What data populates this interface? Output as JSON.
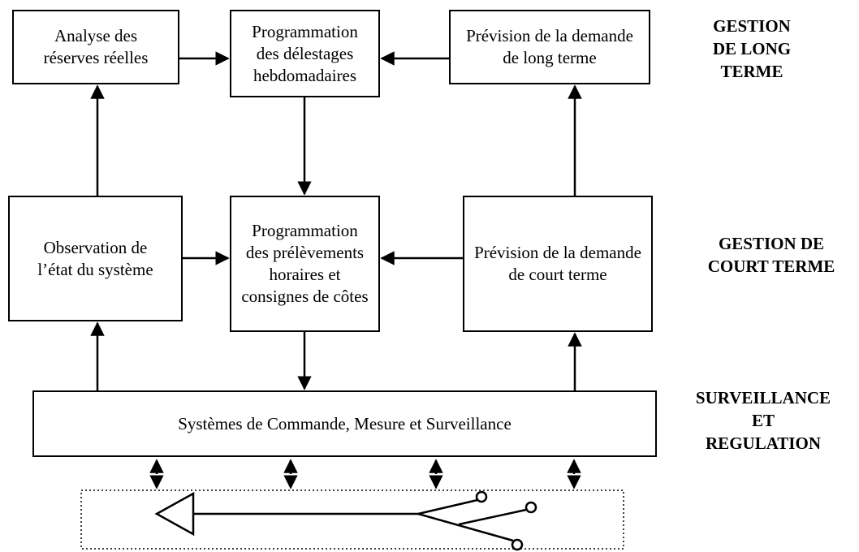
{
  "boxes": {
    "analyse": "Analyse des\nréserves réelles",
    "prog_delestages": "Programmation\ndes délestages\nhebdomadaires",
    "prev_long": "Prévision de la demande\nde long terme",
    "observation": "Observation de\nl’état du système",
    "prog_prelevements": "Programmation\ndes prélèvements\nhoraires et\nconsignes de côtes",
    "prev_court": "Prévision de la demande\nde court terme",
    "systemes": "Systèmes de Commande, Mesure et Surveillance"
  },
  "levels": {
    "long_terme": "GESTION\nDE LONG\nTERME",
    "court_terme": "GESTION DE\nCOURT TERME",
    "regulation": "SURVEILLANCE\nET\nREGULATION"
  }
}
